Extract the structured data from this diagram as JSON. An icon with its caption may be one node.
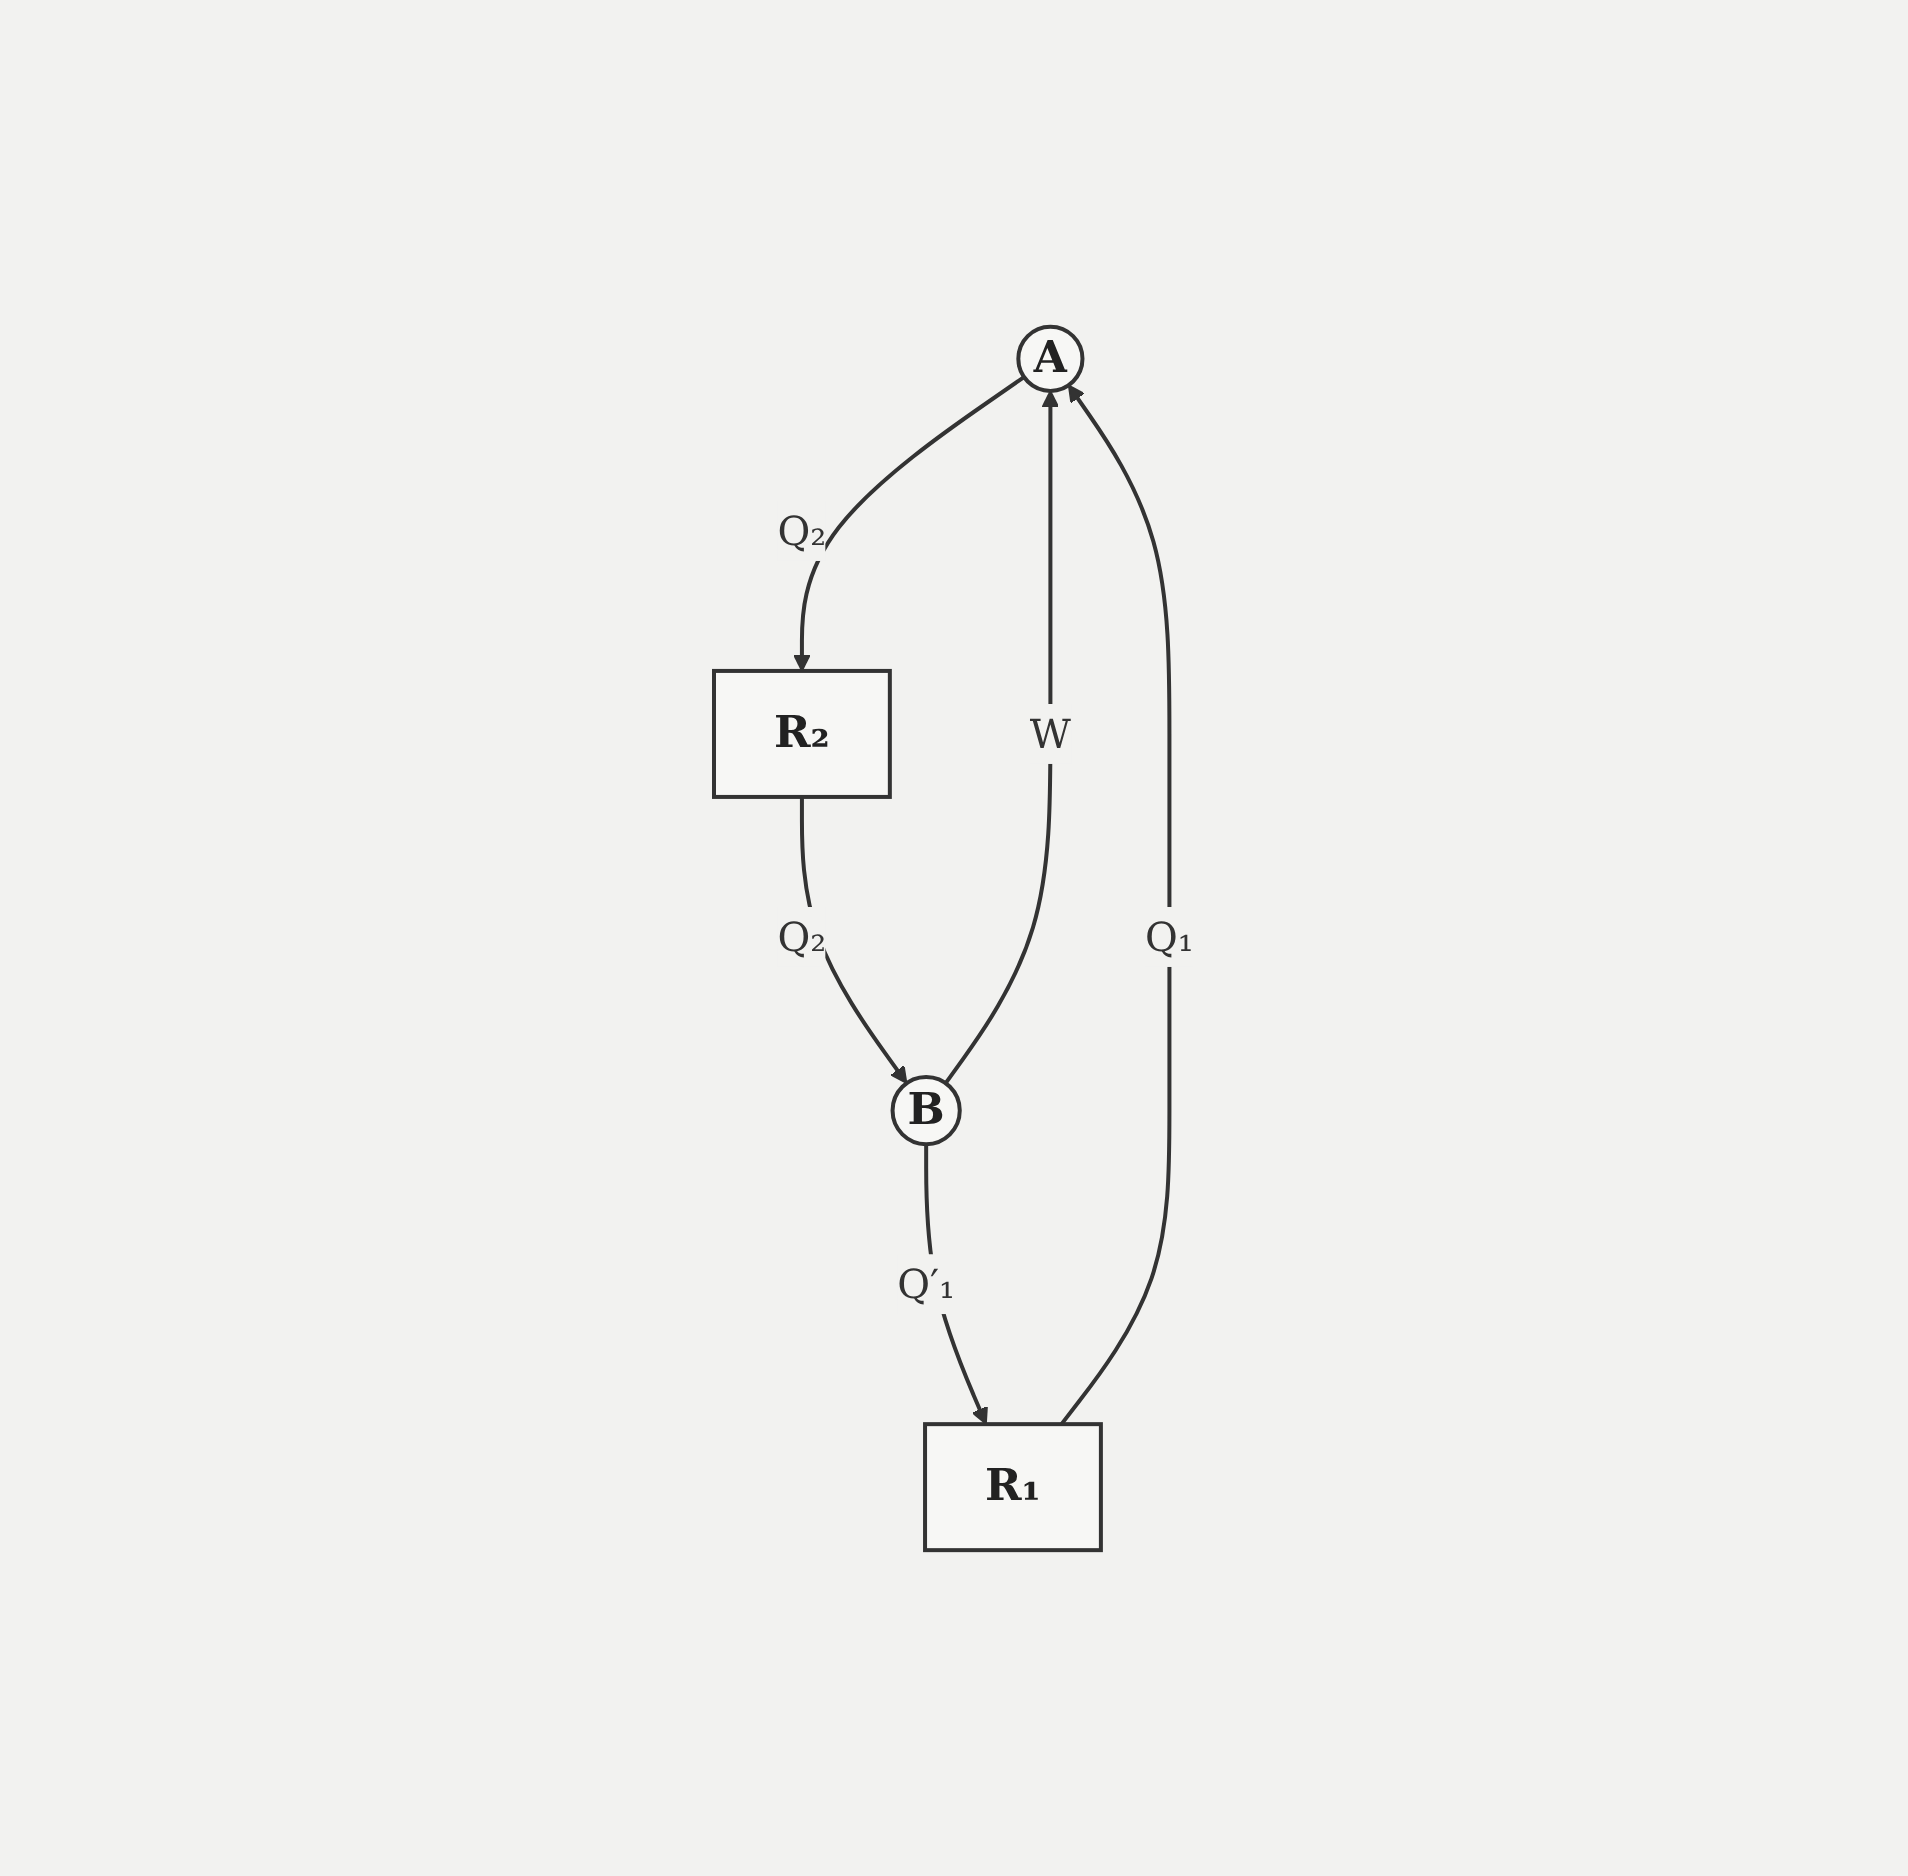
{
  "diagram": {
    "nodes": [
      {
        "text": [
          "A"
        ]
      },
      {
        "text": [
          "R₁"
        ]
      },
      {
        "text": [
          "R₂"
        ]
      },
      {
        "text": [
          "B"
        ]
      }
    ],
    "edges": [
      {
        "from": 1,
        "to": 0,
        "arrow": "to",
        "label": "Q₁"
      },
      {
        "from": 0,
        "to": 2,
        "arrow": "to",
        "label": "Q₂"
      },
      {
        "from": 2,
        "to": 3,
        "arrow": "to",
        "label": "Q₂"
      },
      {
        "from": 3,
        "to": 1,
        "arrow": "to",
        "label": "Q′₁"
      },
      {
        "from": 3,
        "to": 0,
        "arrow": "to",
        "label": "W"
      }
    ]
  }
}
